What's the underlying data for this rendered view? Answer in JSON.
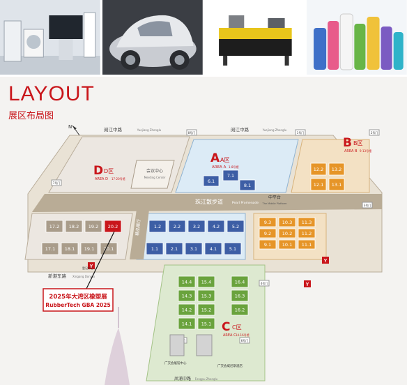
{
  "header": {
    "title": "LAYOUT",
    "subtitle": "展区布局图"
  },
  "compass": {
    "north": "N"
  },
  "roads": {
    "top_left": "阅江中路",
    "top_left_en": "Yuejiang Zhonglu",
    "top_right": "阅江中路",
    "top_right_en": "Yuejiang Zhonglu",
    "bottom": "新港东路",
    "bottom_en": "Xingang Donglu",
    "promenade": "珠江散步道",
    "promenade_en": "Pearl Promenade",
    "fengpu": "凤浦中路",
    "fengpu_en": "Fengpu Zhonglu"
  },
  "zones": {
    "A": {
      "letter": "A",
      "cn": "A区",
      "en": "AREA A",
      "sub": "1-8号馆"
    },
    "B": {
      "letter": "B",
      "cn": "B区",
      "en": "AREA B",
      "sub": "9-13号馆"
    },
    "C": {
      "letter": "C",
      "cn": "C区",
      "en": "AREA C",
      "sub": "14-16号馆"
    },
    "D": {
      "letter": "D",
      "cn": "D区",
      "en": "AREA D",
      "sub": "17-20号馆"
    }
  },
  "halls": {
    "d_top": [
      "17.2",
      "18.2",
      "19.2",
      "20.2"
    ],
    "d_bot": [
      "17.1",
      "18.1",
      "19.1",
      "20.1"
    ],
    "a_top": [
      "1.2",
      "2.2",
      "3.2",
      "4.2",
      "5.2"
    ],
    "a_bot": [
      "1.1",
      "2.1",
      "3.1",
      "4.1",
      "5.1"
    ],
    "a_north": [
      "6.1",
      "7.1",
      "8.1"
    ],
    "b_col1": [
      "9.3",
      "9.2",
      "9.1"
    ],
    "b_col2": [
      "10.3",
      "10.2",
      "10.1"
    ],
    "b_col3": [
      "11.3",
      "11.2",
      "11.1"
    ],
    "b_north": [
      "12.2",
      "13.2",
      "12.1",
      "13.1"
    ],
    "c_left": [
      "14.4",
      "14.3",
      "14.2",
      "14.1"
    ],
    "c_mid": [
      "15.4",
      "15.3",
      "15.2",
      "15.1"
    ],
    "c_right": [
      "16.4",
      "16.3",
      "16.2"
    ]
  },
  "places": {
    "conference": "会议中心",
    "conference_en": "Meeting Center",
    "boulevard": "精品展厅",
    "middle": "中平台",
    "middle_en": "The Middle Platform",
    "metro_label": "Y",
    "reg1": "登记中心",
    "reg2": "广交会展馆中心",
    "reg3": "广交会威尼斯酒店",
    "entr_left": "7号门",
    "entr_top1": "8号门",
    "entr_top2": "1号门",
    "entr_right": "2号门",
    "entr_b1": "3号门",
    "entr_b2": "4号门",
    "entr_c1": "5号门",
    "entr_c2": "6号门"
  },
  "callout": {
    "line1": "2025年大湾区橡塑展",
    "line2": "RubberTech GBA 2025"
  },
  "colors": {
    "red": "#c9161b",
    "blue": "#3d5ea5",
    "orange": "#e69528",
    "green": "#6aa33d",
    "grey": "#a99c8a"
  }
}
